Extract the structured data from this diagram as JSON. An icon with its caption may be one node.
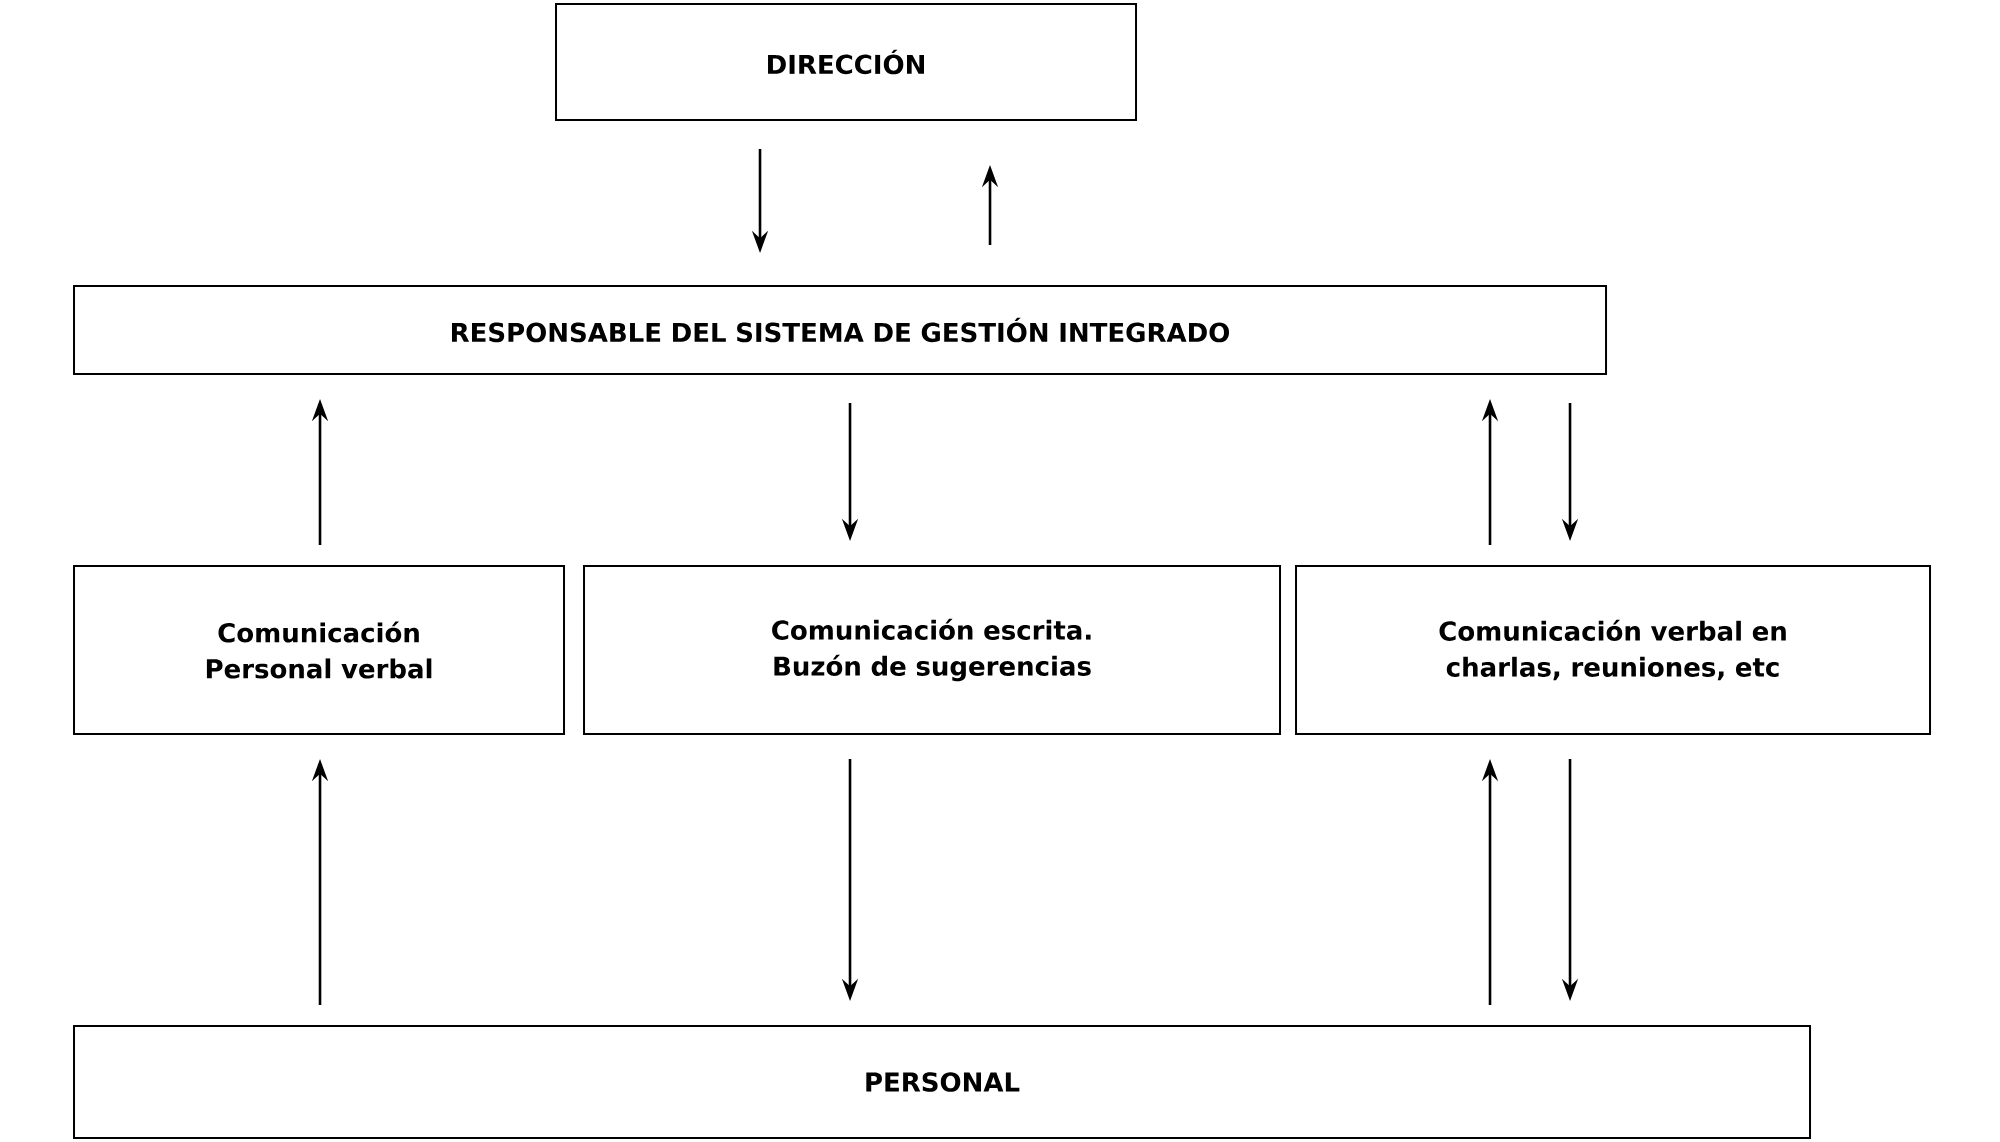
{
  "diagram": {
    "nodes": [
      {
        "text": [
          "DIRECCIÓN"
        ]
      },
      {
        "text": [
          "RESPONSABLE DEL SISTEMA DE GESTIÓN INTEGRADO"
        ]
      },
      {
        "text": [
          "Comunicación Personal verbal"
        ]
      },
      {
        "text": [
          "Comunicación escrita. Buzón de sugerencias"
        ]
      },
      {
        "text": [
          "Comunicación verbal en charlas, reuniones, etc"
        ]
      },
      {
        "text": [
          "PERSONAL"
        ]
      }
    ],
    "edges": [
      {
        "from": 0,
        "to": 1,
        "arrow": "to"
      },
      {
        "from": 1,
        "to": 0,
        "arrow": "to"
      },
      {
        "from": 2,
        "to": 1,
        "arrow": "to"
      },
      {
        "from": 1,
        "to": 3,
        "arrow": "to"
      },
      {
        "from": 4,
        "to": 1,
        "arrow": "to"
      },
      {
        "from": 1,
        "to": 4,
        "arrow": "to"
      },
      {
        "from": 5,
        "to": 2,
        "arrow": "to"
      },
      {
        "from": 3,
        "to": 5,
        "arrow": "to"
      },
      {
        "from": 5,
        "to": 4,
        "arrow": "to"
      },
      {
        "from": 4,
        "to": 5,
        "arrow": "to"
      }
    ]
  }
}
